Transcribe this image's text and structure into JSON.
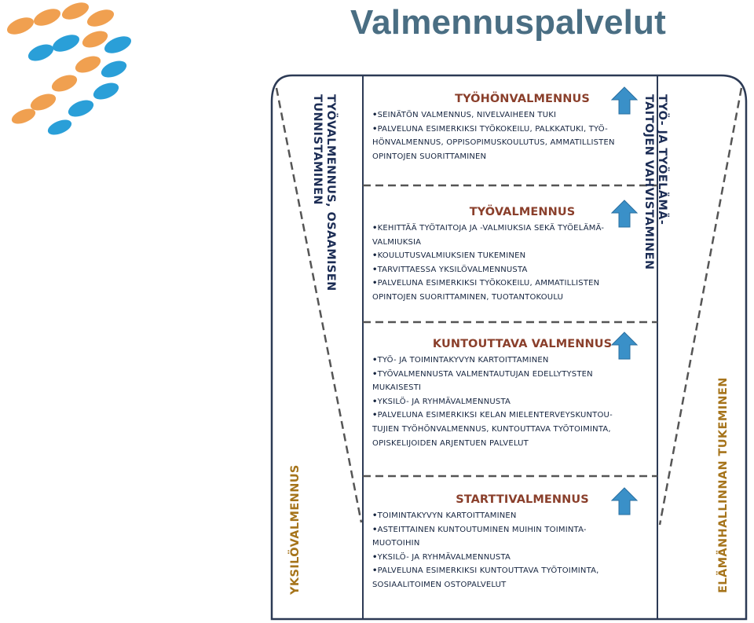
{
  "title": "Valmennuspalvelut",
  "colors": {
    "title": "#4a6e83",
    "logo_orange": "#f0a050",
    "logo_blue": "#2a9fd8",
    "stage_title": "#8a3f2b",
    "body_text": "#15243f",
    "side_text": "#1c2d55",
    "outer_text": "#a6741b",
    "arrow": "#3a90c8",
    "frame": "#2c3a55"
  },
  "icons": {
    "logo": "dot-grid-logo",
    "stage_arrow": "up-arrow-icon"
  },
  "side_labels": {
    "left_line1": "TYÖVALMENNUS, OSAAMISEN",
    "left_line2": "TUNNISTAMINEN",
    "right_line1": "TYÖ- JA TYÖELÄMÄ-",
    "right_line2": "TAITOJEN VAHVISTAMINEN"
  },
  "outer_labels": {
    "left": "YKSILÖVALMENNUS",
    "right": "ELÄMÄNHALLINNAN TUKEMINEN"
  },
  "stages": [
    {
      "title": "TYÖHÖNVALMENNUS",
      "bullets": [
        "SEINÄTÖN VALMENNUS, NIVELVAIHEEN TUKI",
        "PALVELUNA ESIMERKIKSI TYÖKOKEILU, PALKKATUKI, TYÖ-",
        "HÖNVALMENNUS, OPPISOPIMUSKOULUTUS, AMMATILLISTEN",
        "OPINTOJEN SUORITTAMINEN"
      ]
    },
    {
      "title": "TYÖVALMENNUS",
      "bullets": [
        "KEHITTÄÄ TYÖTAITOJA JA -VALMIUKSIA SEKÄ TYÖELÄMÄ-",
        "VALMIUKSIA",
        "KOULUTUSVALMIUKSIEN TUKEMINEN",
        "TARVITTAESSA YKSILÖVALMENNUSTA",
        "PALVELUNA ESIMERKIKSI TYÖKOKEILU, AMMATILLISTEN",
        "OPINTOJEN SUORITTAMINEN, TUOTANTOKOULU"
      ]
    },
    {
      "title": "KUNTOUTTAVA VALMENNUS",
      "bullets": [
        "TYÖ- JA TOIMINTAKYVYN KARTOITTAMINEN",
        "TYÖVALMENNUSTA VALMENTAUTUJAN EDELLYTYSTEN",
        "MUKAISESTI",
        "YKSILÖ- JA RYHMÄVALMENNUSTA",
        "PALVELUNA ESIMERKIKSI KELAN MIELENTERVEYSKUNTOU-",
        "TUJIEN TYÖHÖNVALMENNUS, KUNTOUTTAVA TYÖTOIMINTA,",
        "OPISKELIJOIDEN ARJENTUEN PALVELUT"
      ]
    },
    {
      "title": "STARTTIVALMENNUS",
      "bullets": [
        "TOIMINTAKYVYN KARTOITTAMINEN",
        "ASTEITTAINEN KUNTOUTUMINEN MUIHIN TOIMINTA-",
        "MUOTOIHIN",
        "YKSILÖ- JA RYHMÄVALMENNUSTA",
        "PALVELUNA ESIMERKIKSI KUNTOUTTAVA TYÖTOIMINTA,",
        "SOSIAALITOIMEN OSTOPALVELUT"
      ]
    }
  ]
}
